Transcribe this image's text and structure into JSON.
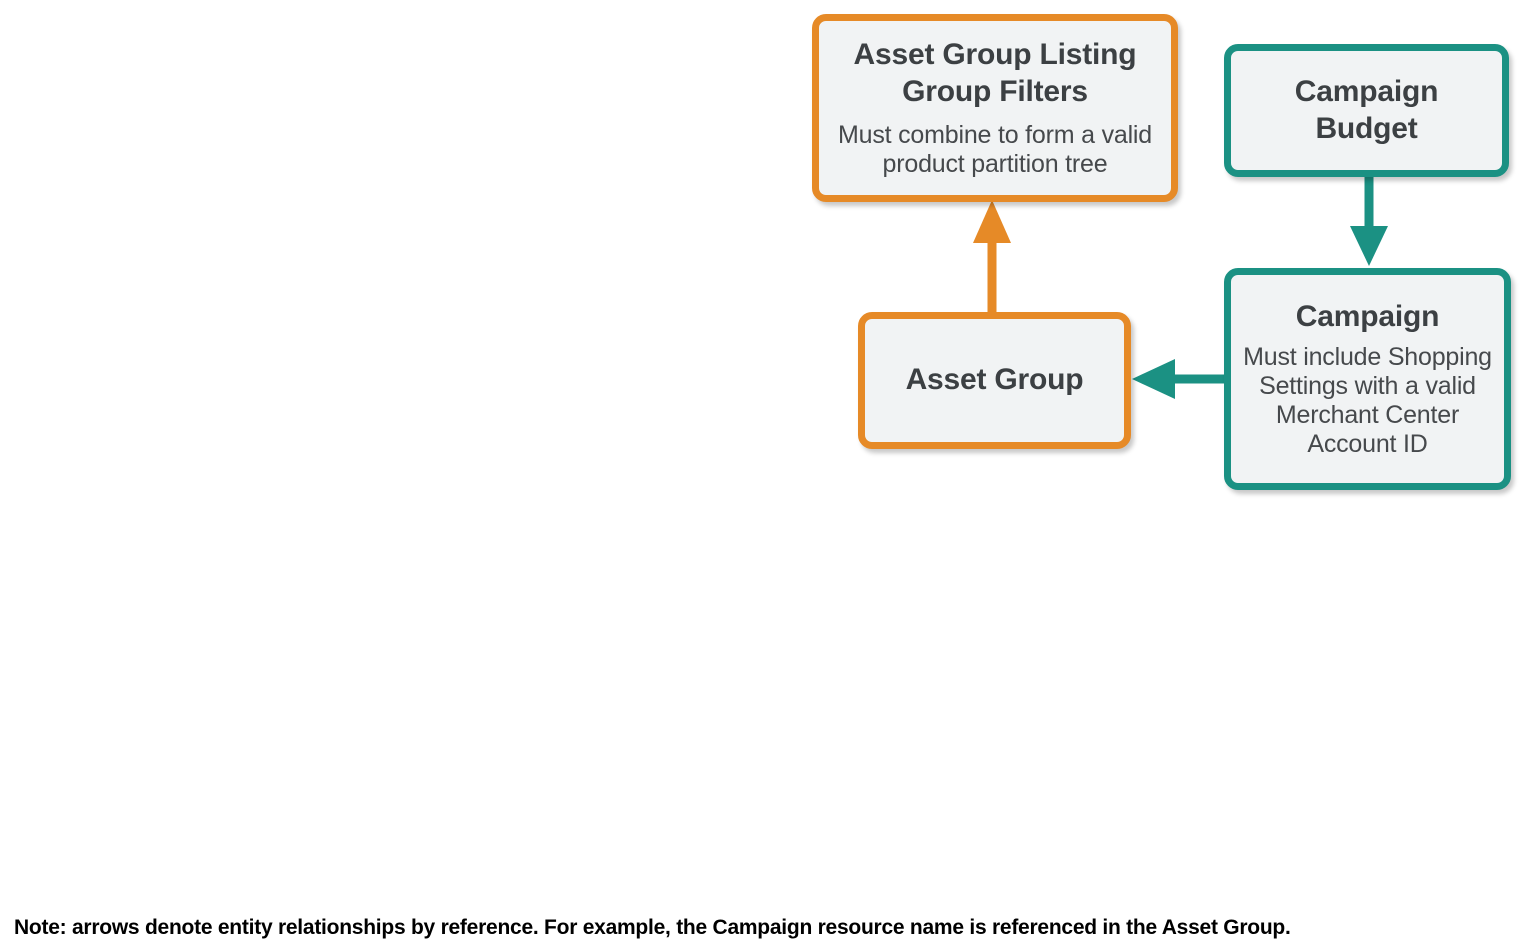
{
  "diagram": {
    "colors": {
      "orange": "#E68A27",
      "teal": "#1B9183",
      "node_fill": "#F1F3F4",
      "title_text": "#3C4043",
      "body_text": "#46494C",
      "note_text": "#000000",
      "background": "#FFFFFF"
    },
    "nodes": [
      {
        "id": "asset-group-listing-group-filters",
        "title": "Asset Group Listing Group Filters",
        "description": "Must combine to form a valid product partition tree",
        "accent": "orange"
      },
      {
        "id": "campaign-budget",
        "title": "Campaign Budget",
        "description": "",
        "accent": "teal"
      },
      {
        "id": "asset-group",
        "title": "Asset Group",
        "description": "",
        "accent": "orange"
      },
      {
        "id": "campaign",
        "title": "Campaign",
        "description": "Must include Shopping Settings with a valid Merchant Center Account ID",
        "accent": "teal"
      }
    ],
    "connectors": [
      {
        "id": "asset-group-to-listing-group-filters",
        "from": "asset-group",
        "to": "asset-group-listing-group-filters",
        "direction": "up",
        "color": "orange"
      },
      {
        "id": "campaign-budget-to-campaign",
        "from": "campaign-budget",
        "to": "campaign",
        "direction": "down",
        "color": "teal"
      },
      {
        "id": "campaign-to-asset-group",
        "from": "campaign",
        "to": "asset-group",
        "direction": "left",
        "color": "teal"
      }
    ],
    "note": "Note: arrows denote entity relationships by reference. For example, the Campaign resource name is referenced in the Asset Group."
  }
}
